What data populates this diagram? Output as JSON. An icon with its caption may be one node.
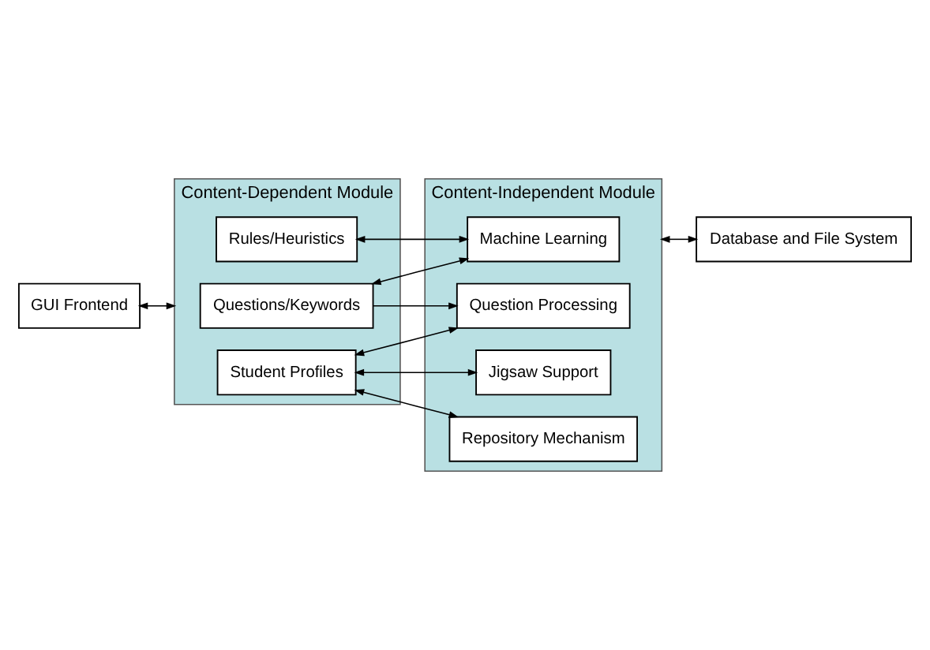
{
  "diagram": {
    "nodes": [
      {
        "text": [
          "GUI Frontend"
        ]
      },
      {
        "text": [
          "Content-Dependent Module"
        ]
      },
      {
        "text": [
          "Questions/Keywords"
        ],
        "in": 1
      },
      {
        "text": [
          "Rules/Heuristics"
        ],
        "in": 1
      },
      {
        "text": [
          "Student Profiles"
        ],
        "in": 1
      },
      {
        "text": [
          "Content-Independent Module"
        ]
      },
      {
        "text": [
          "Machine Learning"
        ],
        "in": 5
      },
      {
        "text": [
          "Question Processing"
        ],
        "in": 5
      },
      {
        "text": [
          "Jigsaw Support"
        ],
        "in": 5
      },
      {
        "text": [
          "Repository Mechanism"
        ],
        "in": 5
      },
      {
        "text": [
          "Database and File System"
        ]
      }
    ],
    "edges": [
      {
        "from": 0,
        "to": 1,
        "arrow": "both"
      },
      {
        "from": 2,
        "to": 6,
        "arrow": "both"
      },
      {
        "from": 2,
        "to": 7,
        "arrow": "to"
      },
      {
        "from": 6,
        "to": 3,
        "arrow": "both"
      },
      {
        "from": 4,
        "to": 7,
        "arrow": "both"
      },
      {
        "from": 4,
        "to": 8,
        "arrow": "both"
      },
      {
        "from": 4,
        "to": 9,
        "arrow": "both"
      },
      {
        "from": 5,
        "to": 10,
        "arrow": "both"
      }
    ]
  }
}
